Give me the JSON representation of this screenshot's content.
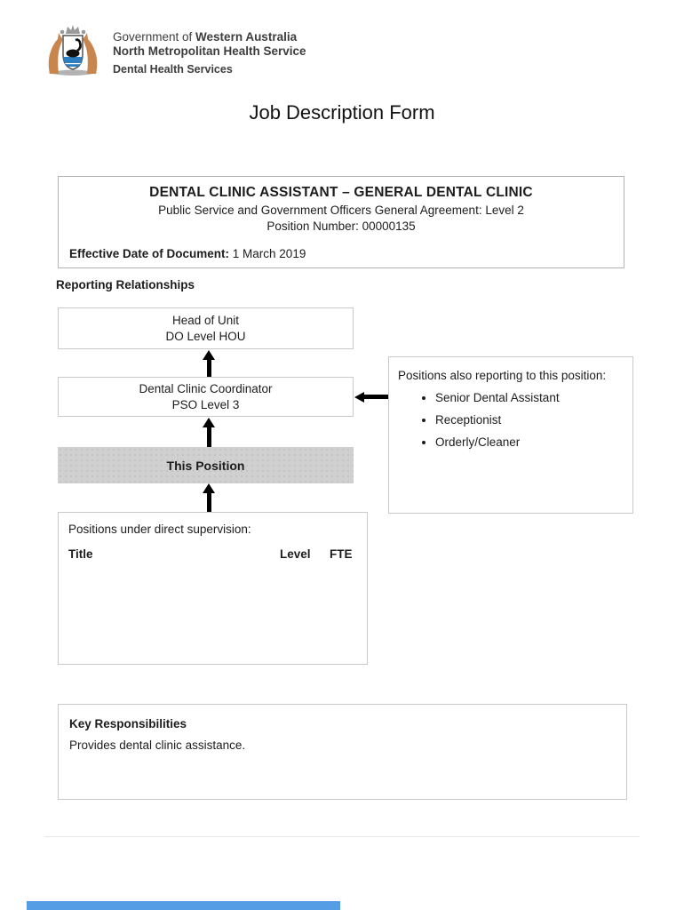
{
  "header": {
    "line1_prefix": "Government of ",
    "line1_bold": "Western Australia",
    "line2": "North Metropolitan Health Service",
    "line3": "Dental Health Services"
  },
  "page_title": "Job Description Form",
  "title_box": {
    "position_title": "DENTAL CLINIC ASSISTANT – GENERAL DENTAL CLINIC",
    "agreement": "Public Service and Government Officers General Agreement: Level 2",
    "position_number": "Position Number: 00000135",
    "effective_date_label": "Effective Date of Document:",
    "effective_date_value": " 1 March 2019"
  },
  "reporting": {
    "heading": "Reporting Relationships",
    "head_of_unit": {
      "line1": "Head of Unit",
      "line2": "DO Level HOU"
    },
    "coordinator": {
      "line1": "Dental Clinic Coordinator",
      "line2": "PSO Level 3"
    },
    "this_position": "This Position",
    "also_reporting": {
      "label": "Positions also reporting to this position:",
      "items": [
        "Senior Dental Assistant",
        "Receptionist",
        "Orderly/Cleaner"
      ]
    },
    "supervision": {
      "label": "Positions under direct supervision:",
      "columns": [
        "Title",
        "Level",
        "FTE"
      ]
    }
  },
  "key_responsibilities": {
    "heading": "Key Responsibilities",
    "text": "Provides dental clinic assistance."
  },
  "colors": {
    "this_position_bg": "#d0d0d0",
    "arrow_black": "#000000",
    "box_border": "#c9c9c9",
    "bottom_bar_blue": "#559de4",
    "header_text": "#3d3d3d"
  }
}
